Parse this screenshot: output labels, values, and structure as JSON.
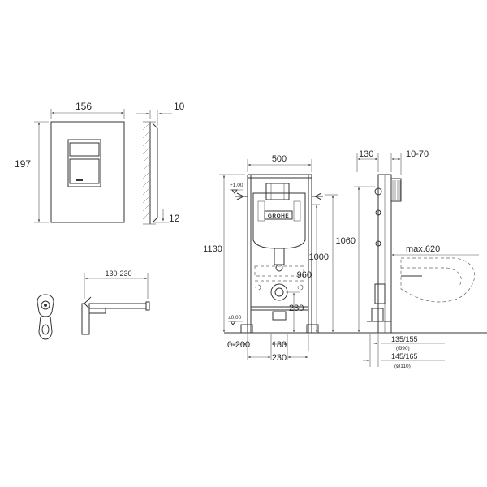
{
  "plate": {
    "width_label": "156",
    "height_label": "197",
    "depth_label": "10",
    "gap_label": "12"
  },
  "mount": {
    "range_label": "130-230"
  },
  "frame": {
    "width_label": "500",
    "height_label": "1130",
    "level_top_label": "+1,00",
    "level_bottom_label": "±0,00",
    "h1000_label": "1000",
    "h960_label": "960",
    "h230_label": "230",
    "bottom_range_label": "0-200",
    "bottom_180_label": "180",
    "bottom_230_label": "230",
    "brand_label": "GROHE"
  },
  "side": {
    "depth_130_label": "130",
    "depth_range_label": "10-70",
    "height_1060_label": "1060",
    "max_label": "max.620",
    "pipe1_label": "135/155",
    "pipe1_sub_label": "(Ø90)",
    "pipe2_label": "145/165",
    "pipe2_sub_label": "(Ø110)"
  }
}
